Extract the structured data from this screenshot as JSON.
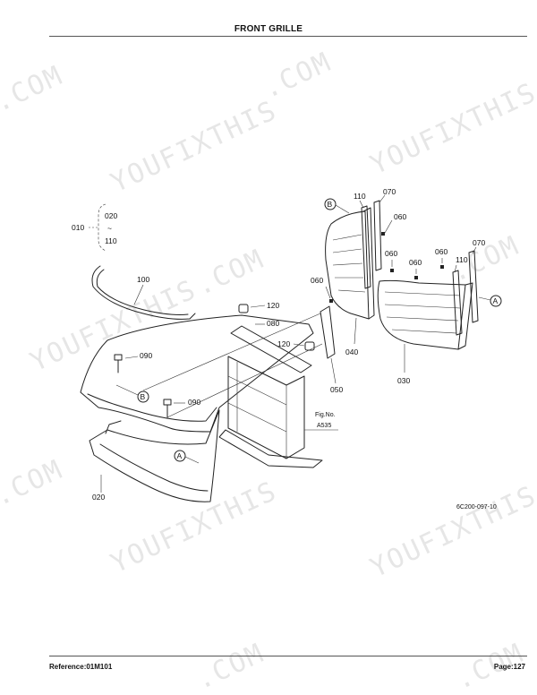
{
  "header": {
    "title": "FRONT GRILLE"
  },
  "footer": {
    "reference": "Reference:01M101",
    "page": "Page:127"
  },
  "watermark": {
    "text": "YOUFIXTHIS",
    "text_com": ".COM"
  },
  "diagram": {
    "code": "6C200-097-10",
    "fig_ref_line1": "Fig.No.",
    "fig_ref_line2": "A535",
    "marker_a": "A",
    "marker_b": "B",
    "assy_range": {
      "label": "010",
      "from": "020",
      "tilde": "~",
      "to": "110"
    },
    "callouts": {
      "p100": "100",
      "p120a": "120",
      "p080": "080",
      "p120b": "120",
      "p090a": "090",
      "p090b": "090",
      "p020": "020",
      "p060a": "060",
      "p050": "050",
      "p040": "040",
      "p110a": "110",
      "p070a": "070",
      "p060b": "060",
      "p060c": "060",
      "p060d": "060",
      "p060e": "060",
      "p110b": "110",
      "p070b": "070",
      "p030": "030"
    }
  }
}
